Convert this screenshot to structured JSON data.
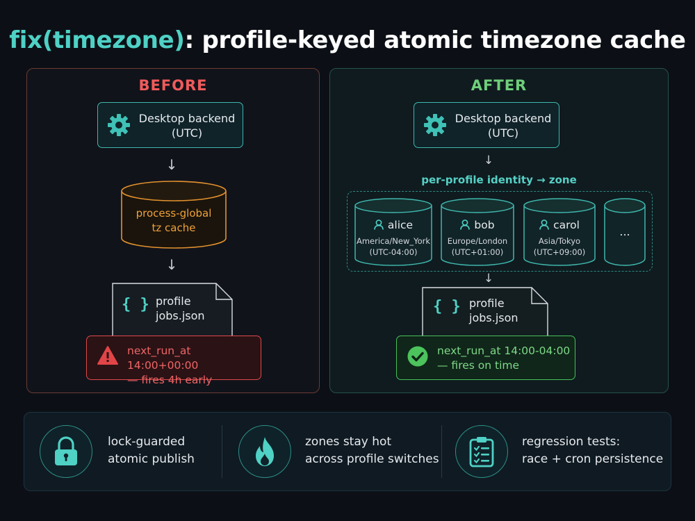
{
  "title": {
    "prefix": "fix(timezone)",
    "rest": ": profile-keyed atomic timezone cache"
  },
  "before": {
    "heading": "BEFORE",
    "backend": {
      "line1": "Desktop backend",
      "line2": "(UTC)"
    },
    "cache": {
      "line1": "process-global",
      "line2": "tz cache"
    },
    "doc": {
      "line1": "profile",
      "line2": "jobs.json"
    },
    "status": {
      "line1": "next_run_at 14:00+00:00",
      "line2": "— fires 4h early"
    }
  },
  "after": {
    "heading": "AFTER",
    "backend": {
      "line1": "Desktop backend",
      "line2": "(UTC)"
    },
    "mapping_label": "per-profile identity → zone",
    "profiles": [
      {
        "name": "alice",
        "zone": "America/New_York",
        "offset": "(UTC-04:00)"
      },
      {
        "name": "bob",
        "zone": "Europe/London",
        "offset": "(UTC+01:00)"
      },
      {
        "name": "carol",
        "zone": "Asia/Tokyo",
        "offset": "(UTC+09:00)"
      }
    ],
    "more": "...",
    "doc": {
      "line1": "profile",
      "line2": "jobs.json"
    },
    "status": {
      "line1": "next_run_at 14:00-04:00",
      "line2": "— fires on time"
    }
  },
  "footer": [
    {
      "icon": "lock-icon",
      "line1": "lock-guarded",
      "line2": "atomic publish"
    },
    {
      "icon": "flame-icon",
      "line1": "zones stay hot",
      "line2": "across profile switches"
    },
    {
      "icon": "checklist-icon",
      "line1": "regression tests:",
      "line2": "race + cron persistence"
    }
  ],
  "colors": {
    "accent": "#4fd1c5",
    "before": "#ef5b5b",
    "after": "#6fcf7a",
    "cache": "#f0a13a"
  }
}
